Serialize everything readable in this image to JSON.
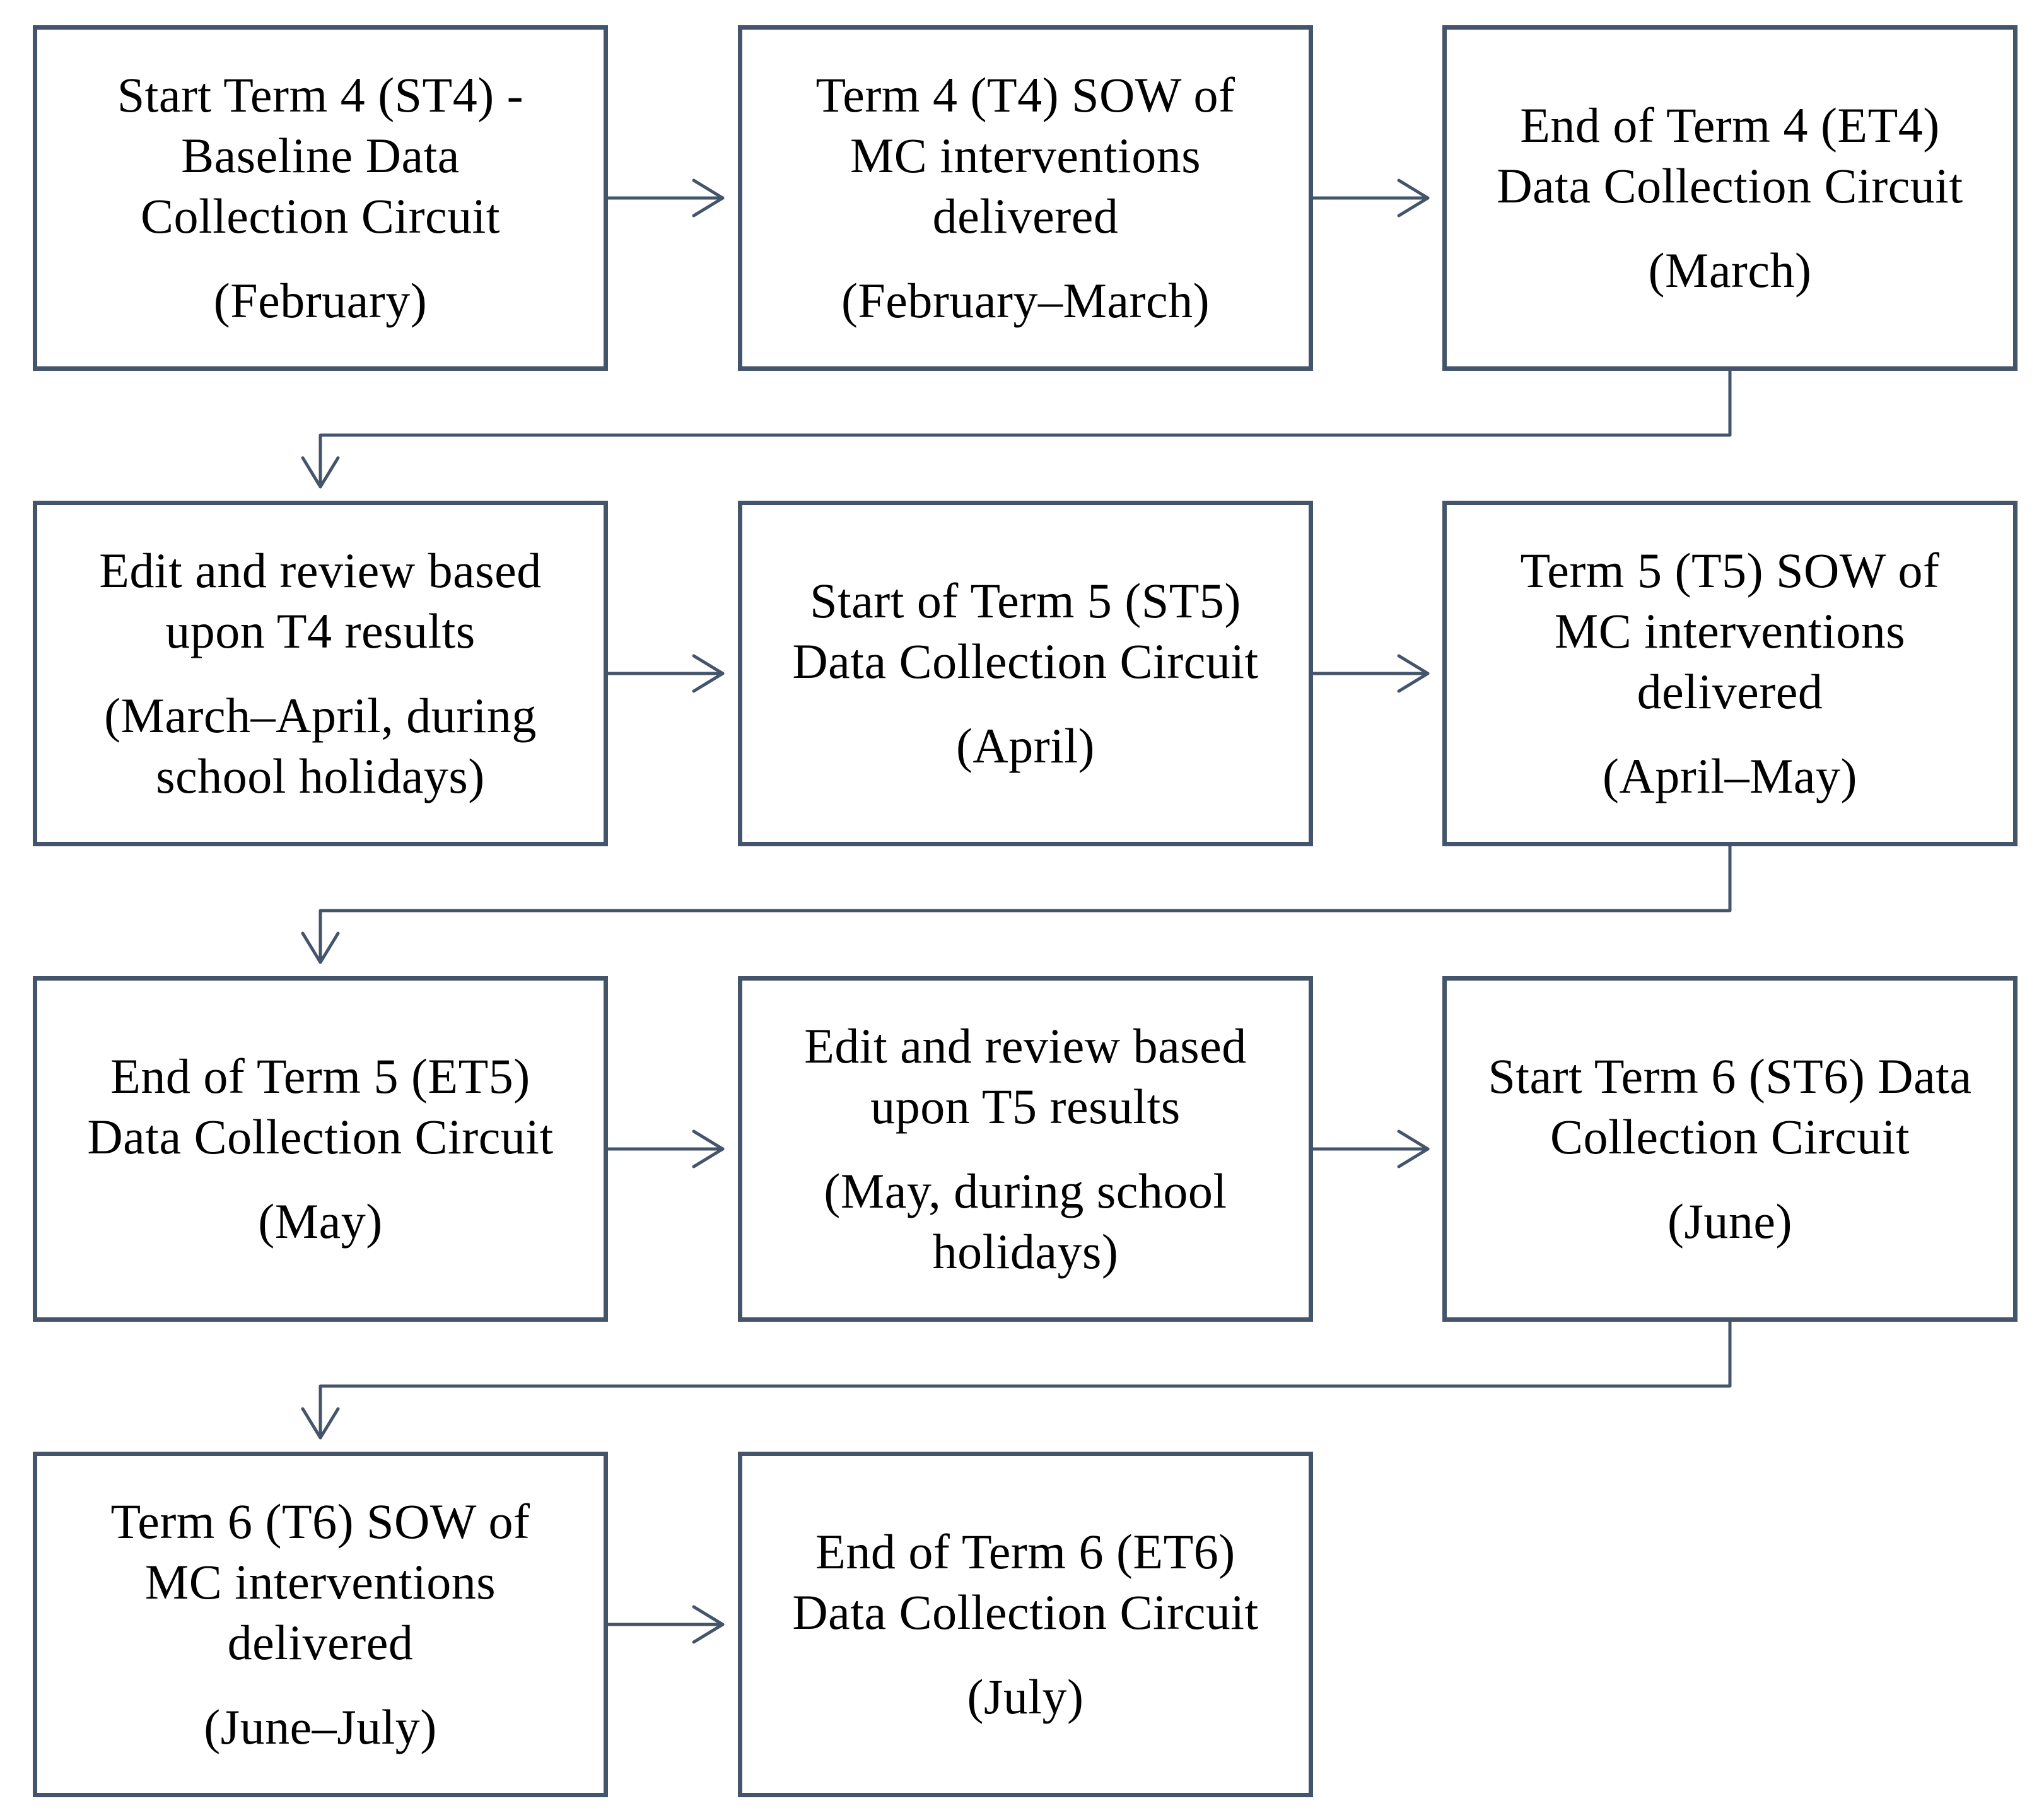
{
  "flowchart": {
    "steps": [
      {
        "title": "Start Term 4 (ST4) -\nBaseline Data\nCollection  Circuit",
        "period": "(February)"
      },
      {
        "title": "Term 4 (T4) SOW of\nMC interventions\ndelivered",
        "period": "(February–March)"
      },
      {
        "title": "End of Term 4 (ET4)\nData Collection  Circuit",
        "period": "(March)"
      },
      {
        "title": "Edit and review based\nupon T4 results",
        "period": "(March–April, during\nschool holidays)"
      },
      {
        "title": "Start of Term 5 (ST5)\nData Collection  Circuit",
        "period": "(April)"
      },
      {
        "title": "Term 5 (T5) SOW of\nMC interventions\ndelivered",
        "period": "(April–May)"
      },
      {
        "title": "End of Term 5 (ET5)\nData Collection  Circuit",
        "period": "(May)"
      },
      {
        "title": "Edit and review based\nupon T5 results",
        "period": "(May, during school\nholidays)"
      },
      {
        "title": "Start Term 6 (ST6) Data\nCollection  Circuit",
        "period": "(June)"
      },
      {
        "title": "Term 6 (T6) SOW of\nMC interventions\ndelivered",
        "period": "(June–July)"
      },
      {
        "title": "End of Term 6 (ET6)\nData Collection  Circuit",
        "period": "(July)"
      }
    ]
  },
  "colors": {
    "box_border": "#44546a",
    "connector": "#44546a"
  }
}
